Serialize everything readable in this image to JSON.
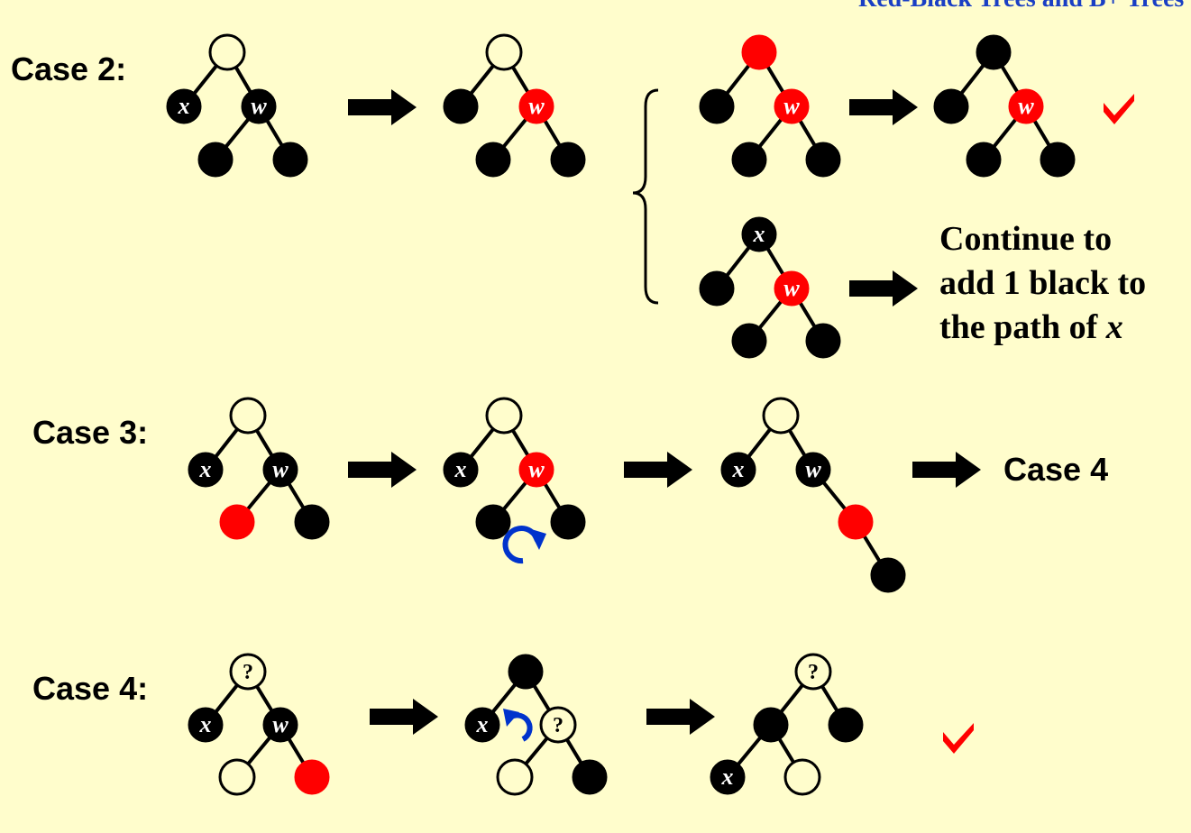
{
  "header": {
    "title": "Red-Black Trees and B+ Trees"
  },
  "colors": {
    "background": "#fffdcc",
    "red": "#ff0000",
    "black": "#000000",
    "blue": "#0033cc",
    "title_blue": "#1a3fc4"
  },
  "case2": {
    "label": "Case 2:",
    "continue_line1": "Continue to",
    "continue_line2": "add 1 black to",
    "continue_line3_prefix": "the path of ",
    "continue_line3_var": "x"
  },
  "case3": {
    "label": "Case 3:",
    "result_label": "Case 4"
  },
  "case4": {
    "label": "Case 4:"
  },
  "node_labels": {
    "x": "x",
    "w": "w",
    "unknown": "?"
  },
  "icons": [
    "arrow-right-icon",
    "checkmark-icon",
    "rotate-arrow-icon",
    "brace-icon"
  ]
}
